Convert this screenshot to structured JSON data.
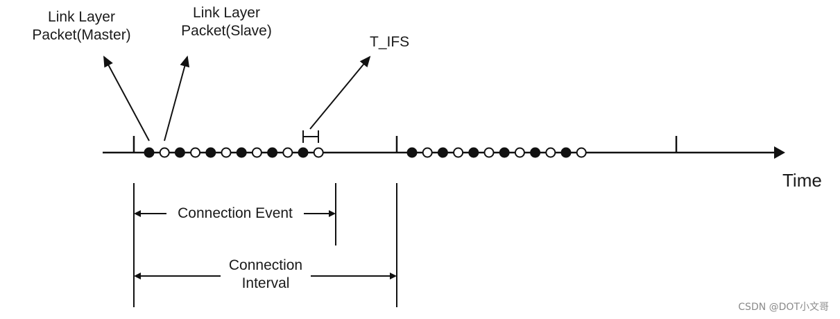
{
  "labels": {
    "master": [
      "Link Layer",
      "Packet(Master)"
    ],
    "slave": [
      "Link Layer",
      "Packet(Slave)"
    ],
    "tifs": "T_IFS",
    "time": "Time",
    "connection_event": "Connection Event",
    "connection_interval": [
      "Connection",
      "Interval"
    ]
  },
  "watermark": "CSDN @DOT小文哥",
  "colors": {
    "ink": "#111111",
    "packet_master_fill": "#111111",
    "packet_slave_fill": "#ffffff"
  },
  "events": [
    {
      "packets": [
        "master",
        "slave",
        "master",
        "slave",
        "master",
        "slave",
        "master",
        "slave",
        "master",
        "slave",
        "master",
        "slave"
      ]
    },
    {
      "packets": [
        "master",
        "slave",
        "master",
        "slave",
        "master",
        "slave",
        "master",
        "slave",
        "master",
        "slave",
        "master",
        "slave"
      ]
    }
  ]
}
